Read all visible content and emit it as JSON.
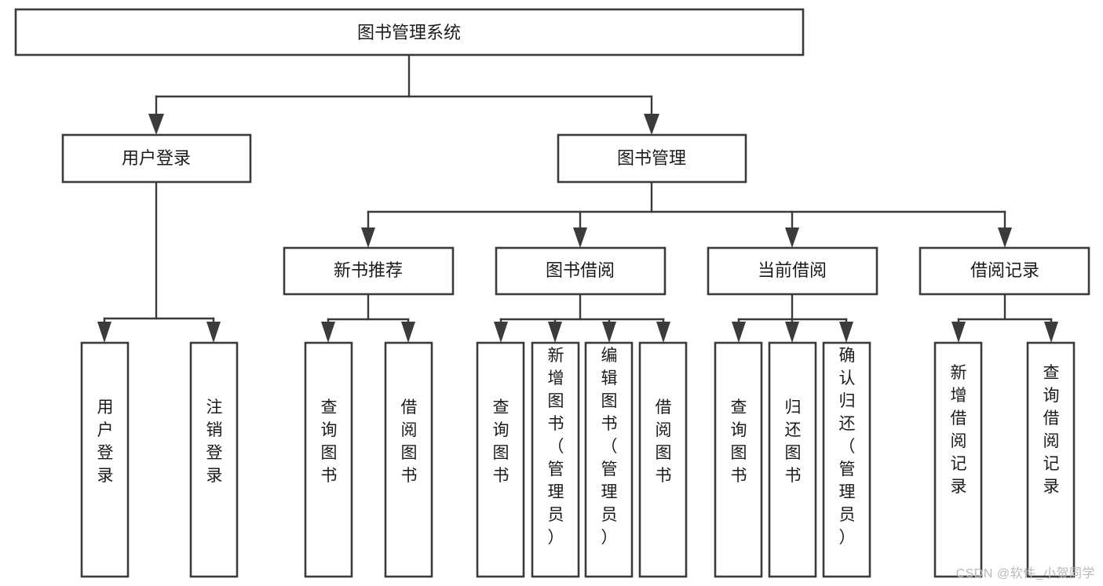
{
  "diagram": {
    "type": "tree-hierarchy",
    "title": "图书管理系统",
    "watermark": "CSDN @软件_小贺同学",
    "colors": {
      "stroke": "#3b3b3b",
      "box_fill": "#ffffff",
      "text": "#1b1b1b",
      "background": "#ffffff",
      "watermark": "#b9b9b9"
    },
    "root": {
      "label": "图书管理系统"
    },
    "level2": [
      {
        "label": "用户登录"
      },
      {
        "label": "图书管理"
      }
    ],
    "level3": [
      {
        "label": "新书推荐"
      },
      {
        "label": "图书借阅"
      },
      {
        "label": "当前借阅"
      },
      {
        "label": "借阅记录"
      }
    ],
    "leaves": {
      "user_login": [
        {
          "label": "用户登录"
        },
        {
          "label": "注销登录"
        }
      ],
      "new_book": [
        {
          "label": "查询图书"
        },
        {
          "label": "借阅图书"
        }
      ],
      "book_borrow": [
        {
          "label": "查询图书"
        },
        {
          "label": "新增图书（管理员）"
        },
        {
          "label": "编辑图书（管理员）"
        },
        {
          "label": "借阅图书"
        }
      ],
      "current_borrow": [
        {
          "label": "查询图书"
        },
        {
          "label": "归还图书"
        },
        {
          "label": "确认归还（管理员）"
        }
      ],
      "borrow_record": [
        {
          "label": "新增借阅记录"
        },
        {
          "label": "查询借阅记录"
        }
      ]
    }
  }
}
